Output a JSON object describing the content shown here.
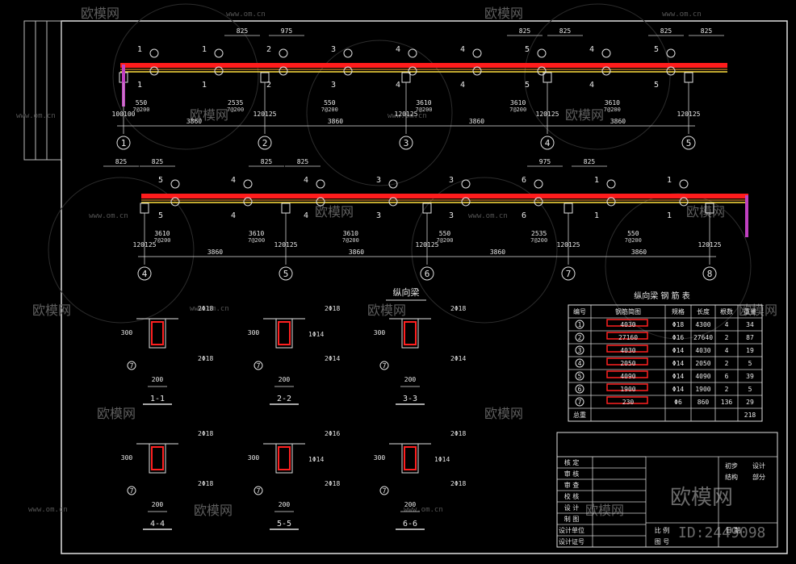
{
  "watermark": {
    "brand": "欧模网",
    "site": "www.om.cn",
    "id": "ID:2449098"
  },
  "beam1": {
    "axes": [
      "1",
      "2",
      "3",
      "4",
      "5"
    ],
    "bay_span": "3860",
    "edge_left": "100",
    "edge_mid": "120",
    "mid_125": "125",
    "top_dims": [
      "825",
      "975",
      "825",
      "825",
      "825",
      "825"
    ],
    "bar_marks_top": [
      "1",
      "1",
      "2",
      "3",
      "4",
      "4",
      "5",
      "4",
      "5"
    ],
    "bar_marks_bot": [
      "1",
      "1",
      "2",
      "3",
      "4",
      "4",
      "5",
      "4",
      "5"
    ],
    "len_labels": [
      "550",
      "2535",
      "550",
      "3610",
      "3610",
      "3610"
    ],
    "sub_labels": [
      "7@200",
      "7@200",
      "7@200",
      "7@200"
    ]
  },
  "beam2": {
    "axes": [
      "4",
      "5",
      "6",
      "7",
      "8"
    ],
    "bay_span": "3860",
    "top_dims": [
      "825",
      "825",
      "825",
      "825",
      "975",
      "825"
    ],
    "bar_marks_top": [
      "5",
      "4",
      "4",
      "3",
      "3",
      "6",
      "1",
      "1"
    ],
    "len_labels": [
      "3610",
      "3610",
      "3610",
      "550",
      "2535",
      "550"
    ]
  },
  "section_title": "纵向梁",
  "sections": [
    {
      "label": "1-1",
      "top": "2Φ18",
      "bot": "2Φ18",
      "mid": "",
      "h": "300",
      "w": "200"
    },
    {
      "label": "2-2",
      "top": "2Φ18",
      "bot": "2Φ14",
      "mid": "1Φ14",
      "h": "300",
      "w": "200"
    },
    {
      "label": "3-3",
      "top": "2Φ18",
      "bot": "2Φ14",
      "mid": "",
      "h": "300",
      "w": "200"
    },
    {
      "label": "4-4",
      "top": "2Φ18",
      "bot": "2Φ18",
      "mid": "",
      "h": "300",
      "w": "200"
    },
    {
      "label": "5-5",
      "top": "2Φ16",
      "bot": "2Φ18",
      "mid": "1Φ14",
      "h": "300",
      "w": "200"
    },
    {
      "label": "6-6",
      "top": "2Φ18",
      "bot": "2Φ18",
      "mid": "1Φ14",
      "h": "300",
      "w": "200"
    }
  ],
  "table": {
    "title": "纵向梁  钢 筋 表",
    "headers": [
      "编号",
      "钢筋简图",
      "规格",
      "长度",
      "根数",
      "重量"
    ],
    "rows": [
      [
        "1",
        "4030",
        "Φ18",
        "4300",
        "4",
        "34"
      ],
      [
        "2",
        "27160",
        "Φ16",
        "27640",
        "2",
        "87"
      ],
      [
        "3",
        "4030",
        "Φ14",
        "4030",
        "4",
        "19"
      ],
      [
        "4",
        "2050",
        "Φ14",
        "2050",
        "2",
        "5"
      ],
      [
        "5",
        "4090",
        "Φ14",
        "4090",
        "6",
        "39"
      ],
      [
        "6",
        "1900",
        "Φ14",
        "1900",
        "2",
        "5"
      ],
      [
        "7",
        "230",
        "Φ6",
        "860",
        "136",
        "29"
      ]
    ],
    "total_label": "总重",
    "total": "218"
  },
  "titleblock": {
    "rows": [
      "核 定",
      "审 核",
      "审 查",
      "校 核",
      "设 计",
      "制 图",
      "设计单位",
      "设计证号"
    ],
    "right1": [
      "初步",
      "设计"
    ],
    "right2": [
      "结构",
      "部分"
    ],
    "bottom": [
      "比 例",
      "日 期",
      "图 号"
    ]
  }
}
